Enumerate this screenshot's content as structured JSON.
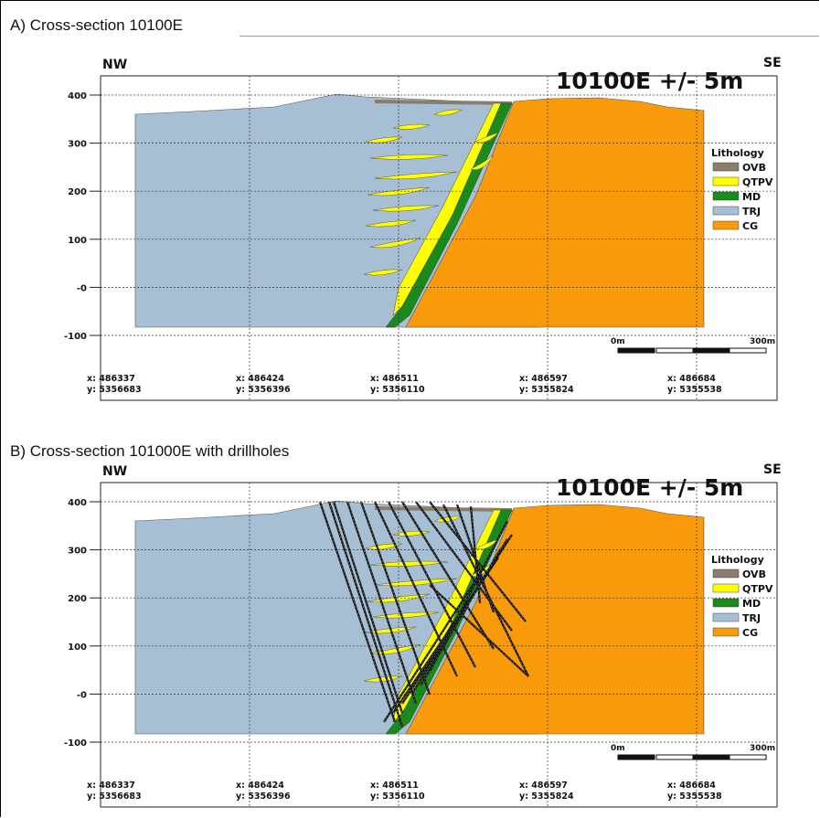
{
  "panels": [
    {
      "title": "A) Cross-section 10100E",
      "dir_left": "NW",
      "dir_right": "SE",
      "section_label": "10100E +/-  5m",
      "y_ticks": [
        "400",
        "300",
        "200",
        "100",
        "-0",
        "-100"
      ],
      "coords": [
        {
          "x": "x: 486337",
          "y": "y: 5356683"
        },
        {
          "x": "x: 486424",
          "y": "y: 5356396"
        },
        {
          "x": "x: 486511",
          "y": "y: 5356110"
        },
        {
          "x": "x: 486597",
          "y": "y: 5355824"
        },
        {
          "x": "x: 486684",
          "y": "y: 5355538"
        }
      ],
      "legend_title": "Lithology",
      "legend": [
        {
          "label": "OVB",
          "color": "#8b7d6b"
        },
        {
          "label": "QTPV",
          "color": "#ffff00"
        },
        {
          "label": "MD",
          "color": "#1a8a1a"
        },
        {
          "label": "TRJ",
          "color": "#a7bfd4"
        },
        {
          "label": "CG",
          "color": "#f99a0b"
        }
      ],
      "scale_start": "0m",
      "scale_end": "300m",
      "drillholes": false
    },
    {
      "title": "B) Cross-section 101000E with  drillholes",
      "dir_left": "NW",
      "dir_right": "SE",
      "section_label": "10100E +/-  5m",
      "y_ticks": [
        "400",
        "300",
        "200",
        "100",
        "-0",
        "-100"
      ],
      "coords": [
        {
          "x": "x: 486337",
          "y": "y: 5356683"
        },
        {
          "x": "x: 486424",
          "y": "y: 5356396"
        },
        {
          "x": "x: 486511",
          "y": "y: 5356110"
        },
        {
          "x": "x: 486597",
          "y": "y: 5355824"
        },
        {
          "x": "x: 486684",
          "y": "y: 5355538"
        }
      ],
      "legend_title": "Lithology",
      "legend": [
        {
          "label": "OVB",
          "color": "#8b7d6b"
        },
        {
          "label": "QTPV",
          "color": "#ffff00"
        },
        {
          "label": "MD",
          "color": "#1a8a1a"
        },
        {
          "label": "TRJ",
          "color": "#a7bfd4"
        },
        {
          "label": "CG",
          "color": "#f99a0b"
        }
      ],
      "scale_start": "0m",
      "scale_end": "300m",
      "drillholes": true
    }
  ]
}
